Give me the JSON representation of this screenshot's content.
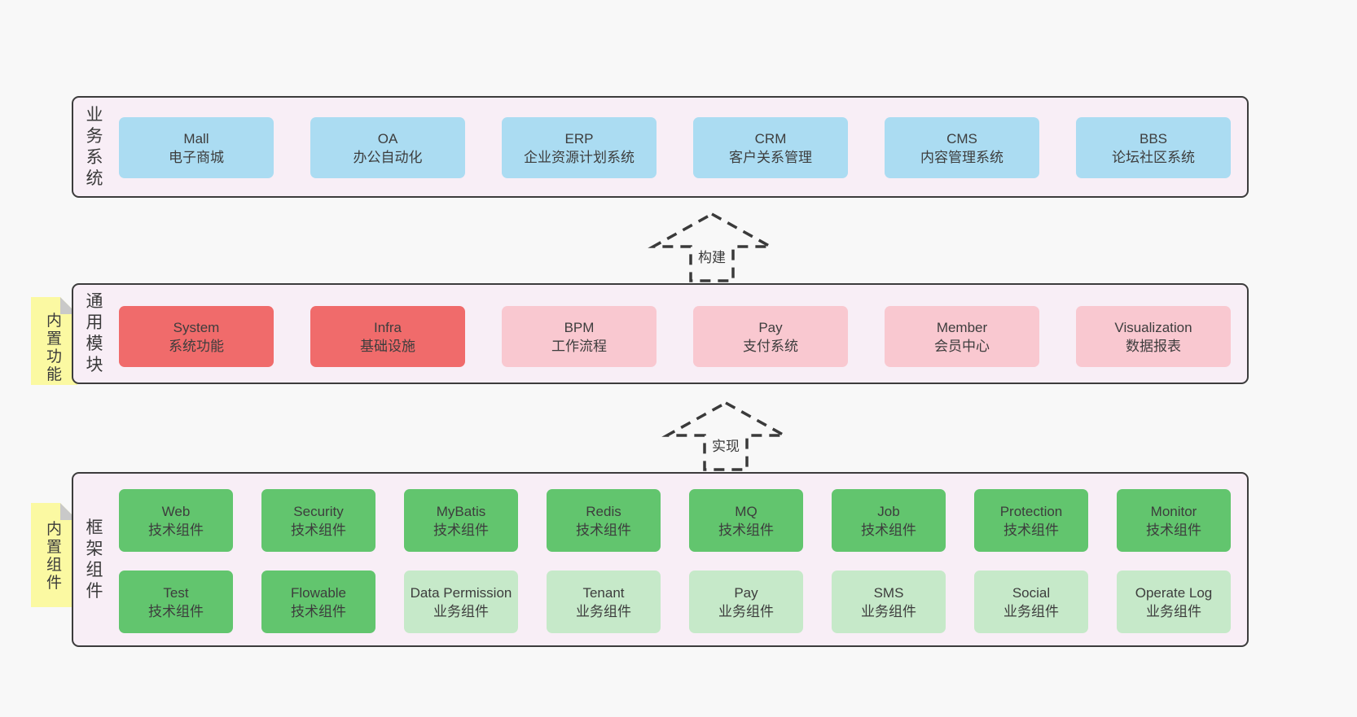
{
  "palette": {
    "page_background": "#f8f8f8",
    "panel_background": "#f8eef6",
    "panel_border": "#3c3c3c",
    "blue_box": "#abdcf2",
    "red_box": "#f06b6b",
    "pink_box": "#f9c8d0",
    "green_box": "#62c56e",
    "light_green_box": "#c6e9c9",
    "note_yellow": "#fbf9a2",
    "note_fold_gray": "#c9c9c9",
    "text": "#3d3d3d"
  },
  "layers": {
    "business": {
      "side_label": "业务系统",
      "boxes": [
        {
          "title": "Mall",
          "subtitle": "电子商城"
        },
        {
          "title": "OA",
          "subtitle": "办公自动化"
        },
        {
          "title": "ERP",
          "subtitle": "企业资源计划系统"
        },
        {
          "title": "CRM",
          "subtitle": "客户关系管理"
        },
        {
          "title": "CMS",
          "subtitle": "内容管理系统"
        },
        {
          "title": "BBS",
          "subtitle": "论坛社区系统"
        }
      ]
    },
    "modules": {
      "side_label": "通用模块",
      "note": "内置功能",
      "boxes": [
        {
          "title": "System",
          "subtitle": "系统功能"
        },
        {
          "title": "Infra",
          "subtitle": "基础设施"
        },
        {
          "title": "BPM",
          "subtitle": "工作流程"
        },
        {
          "title": "Pay",
          "subtitle": "支付系统"
        },
        {
          "title": "Member",
          "subtitle": "会员中心"
        },
        {
          "title": "Visualization",
          "subtitle": "数据报表"
        }
      ]
    },
    "components": {
      "side_label": "框架组件",
      "note": "内置组件",
      "row1": [
        {
          "title": "Web",
          "subtitle": "技术组件"
        },
        {
          "title": "Security",
          "subtitle": "技术组件"
        },
        {
          "title": "MyBatis",
          "subtitle": "技术组件"
        },
        {
          "title": "Redis",
          "subtitle": "技术组件"
        },
        {
          "title": "MQ",
          "subtitle": "技术组件"
        },
        {
          "title": "Job",
          "subtitle": "技术组件"
        },
        {
          "title": "Protection",
          "subtitle": "技术组件"
        },
        {
          "title": "Monitor",
          "subtitle": "技术组件"
        }
      ],
      "row2": [
        {
          "title": "Test",
          "subtitle": "技术组件"
        },
        {
          "title": "Flowable",
          "subtitle": "技术组件"
        },
        {
          "title": "Data Permission",
          "subtitle": "业务组件"
        },
        {
          "title": "Tenant",
          "subtitle": "业务组件"
        },
        {
          "title": "Pay",
          "subtitle": "业务组件"
        },
        {
          "title": "SMS",
          "subtitle": "业务组件"
        },
        {
          "title": "Social",
          "subtitle": "业务组件"
        },
        {
          "title": "Operate Log",
          "subtitle": "业务组件"
        }
      ]
    }
  },
  "arrows": {
    "build": "构建",
    "implement": "实现"
  }
}
